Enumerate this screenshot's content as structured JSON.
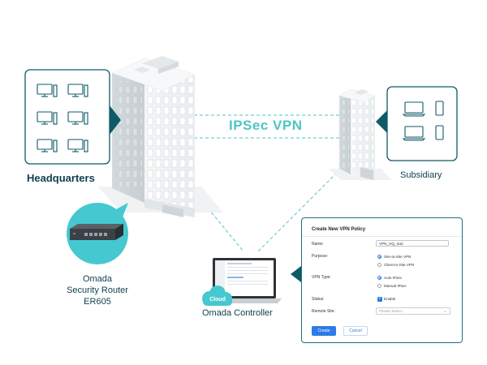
{
  "labels": {
    "vpn": "IPSec VPN",
    "headquarters": "Headquarters",
    "subsidiary": "Subsidiary",
    "router_line1": "Omada",
    "router_line2": "Security Router",
    "router_line3": "ER605",
    "cloud_badge": "Cloud",
    "controller": "Omada Controller"
  },
  "dialog": {
    "title": "Create New VPN Policy",
    "name_label": "Name:",
    "name_value": "VPN_HQ_Sub",
    "purpose_label": "Purpose:",
    "purpose_options": [
      "Site-to-Site VPN",
      "Client-to-Site VPN"
    ],
    "vpn_type_label": "VPN Type:",
    "vpn_type_options": [
      "Auto IPsec",
      "Manual IPsec"
    ],
    "status_label": "Status:",
    "status_value": "Enable",
    "remote_site_label": "Remote Site:",
    "remote_site_placeholder": "Please Select...",
    "create_label": "Create",
    "cancel_label": "Cancel"
  },
  "colors": {
    "teal_dark": "#0f5a68",
    "teal_light": "#4cc6c6",
    "router_circle": "#45c8cf",
    "accent_blue": "#2d7be5"
  }
}
